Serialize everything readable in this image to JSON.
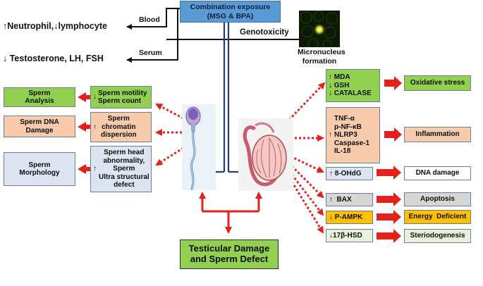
{
  "exposure": {
    "line1": "Combination exposure",
    "line2": "(MSG & BPA)"
  },
  "blood": {
    "label": "Blood",
    "effect": "↑Neutrophil,↓lymphocyte"
  },
  "serum": {
    "label": "Serum",
    "effect": "↓ Testosterone, LH, FSH"
  },
  "genotoxicity": {
    "label": "Genotoxicity",
    "result_line1": "Micronucleus",
    "result_line2": "formation"
  },
  "left_panel": [
    {
      "outcome": "Sperm Analysis",
      "marker_arrow": "↓",
      "markers": [
        "Sperm motility",
        "Sperm count"
      ]
    },
    {
      "outcome": "Sperm DNA Damage",
      "marker_arrow": "↑",
      "markers": [
        "Sperm",
        "chromatin",
        "dispersion"
      ]
    },
    {
      "outcome": "Sperm Morphology",
      "marker_arrow": "↑",
      "markers": [
        "Sperm head",
        "abnormality,",
        "Sperm",
        "Ultra structural",
        "defect"
      ]
    }
  ],
  "right_panel": [
    {
      "markers": [
        {
          "arrow": "↑",
          "text": "MDA"
        },
        {
          "arrow": "↓",
          "text": "GSH"
        },
        {
          "arrow": "↓",
          "text": "CATALASE"
        }
      ],
      "outcome": "Oxidative stress"
    },
    {
      "marker_arrow": "↑",
      "markers": [
        "TNF-α",
        "p-NF-κB",
        "NLRP3",
        "Caspase-1",
        "IL-18"
      ],
      "outcome": "Inflammation"
    },
    {
      "marker": "↑ 8-OHdG",
      "outcome": "DNA damage"
    },
    {
      "marker": "↑  BAX",
      "outcome": "Apoptosis"
    },
    {
      "marker": "↓ P-AMPK",
      "outcome": "Energy  Deficient"
    },
    {
      "marker": "↓17β-HSD",
      "outcome": "Steriodogenesis"
    }
  ],
  "result": {
    "line1": "Testicular Damage",
    "line2": "and Sperm Defect"
  },
  "colors": {
    "exposure_box": "#5b9bd5",
    "green_box": "#92d050",
    "peach_box": "#f8cbad",
    "blue_box": "#dde5f2",
    "grey_box": "#d6d6d6",
    "yellow_box": "#ffc000",
    "arrow_red": "#e3201b",
    "inhibit_navy": "#1f3a7a"
  }
}
